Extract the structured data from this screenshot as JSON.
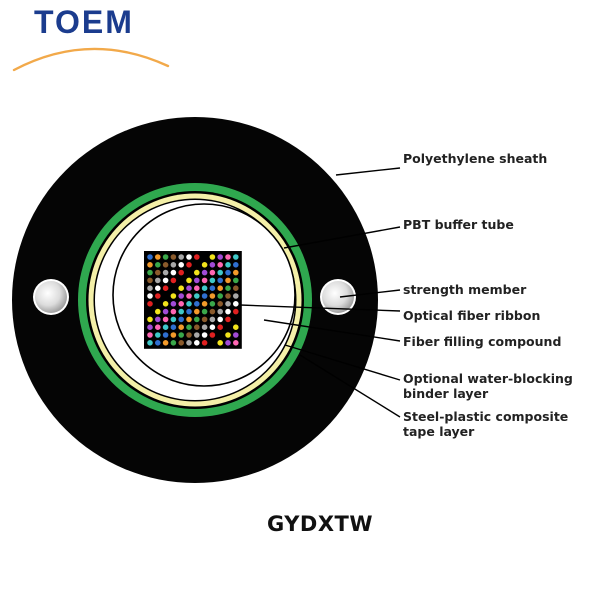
{
  "brand": {
    "name": "TOEM",
    "text_color": "#1b3c8e",
    "swoosh_color": "#f2a94a"
  },
  "diagram": {
    "model": "GYDXTW",
    "labels": [
      {
        "id": "polyethylene-sheath",
        "text": "Polyethylene sheath"
      },
      {
        "id": "pbt-buffer-tube",
        "text": "PBT buffer tube"
      },
      {
        "id": "strength-member",
        "text": "strength member"
      },
      {
        "id": "optical-fiber-ribbon",
        "text": "Optical fiber ribbon"
      },
      {
        "id": "fiber-filling-compound",
        "text": "Fiber filling compound"
      },
      {
        "id": "water-blocking-binder",
        "text": "Optional water-blocking binder layer"
      },
      {
        "id": "steel-plastic-tape",
        "text": "Steel-plastic composite tape layer"
      }
    ],
    "colors": {
      "sheath": "#050505",
      "tape": "#2fa84f",
      "binder": "#f4f0a8",
      "fiber_colors": [
        "#2f6fd0",
        "#f39a2a",
        "#3aa84a",
        "#8a5a2b",
        "#a8a8a8",
        "#ffffff",
        "#e02020",
        "#000000",
        "#f2e41c",
        "#a24bd6",
        "#ff66b3",
        "#3fc8c8"
      ]
    }
  }
}
